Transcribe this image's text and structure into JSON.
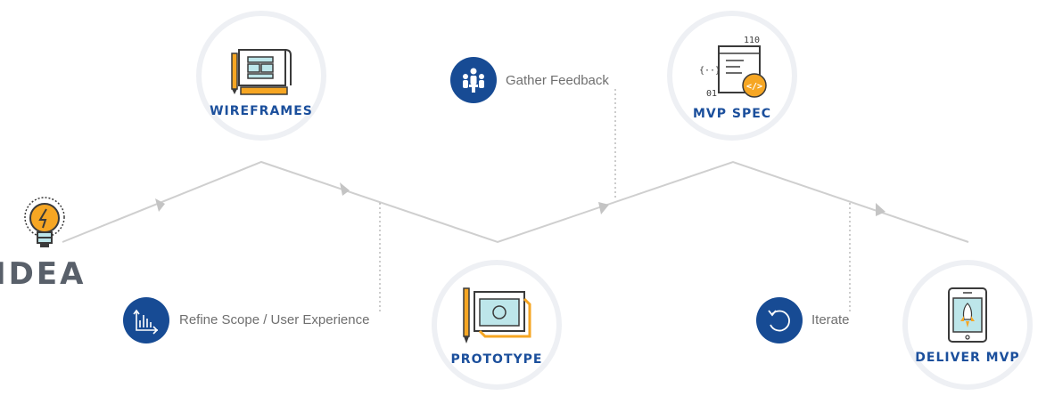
{
  "idea": {
    "label": "IDEA",
    "icon": "lightbulb-icon"
  },
  "stages": {
    "wireframes": {
      "label": "WIREFRAMES",
      "icon": "blueprint-icon"
    },
    "prototype": {
      "label": "PROTOTYPE",
      "icon": "drafting-board-icon"
    },
    "mvp_spec": {
      "label": "MVP SPEC",
      "icon": "code-document-icon"
    },
    "deliver_mvp": {
      "label": "DELIVER MVP",
      "icon": "tablet-rocket-icon"
    }
  },
  "steps": {
    "refine": {
      "label": "Refine Scope / User Experience",
      "icon": "chart-icon"
    },
    "feedback": {
      "label": "Gather Feedback",
      "icon": "meeting-icon"
    },
    "iterate": {
      "label": "Iterate",
      "icon": "refresh-icon"
    }
  },
  "colors": {
    "accent_blue": "#174b94",
    "label_blue": "#1b4f9c",
    "path_gray": "#cfcfcf",
    "ring_gray": "#eef0f4",
    "orange": "#f6a623",
    "teal": "#bde6ea"
  }
}
